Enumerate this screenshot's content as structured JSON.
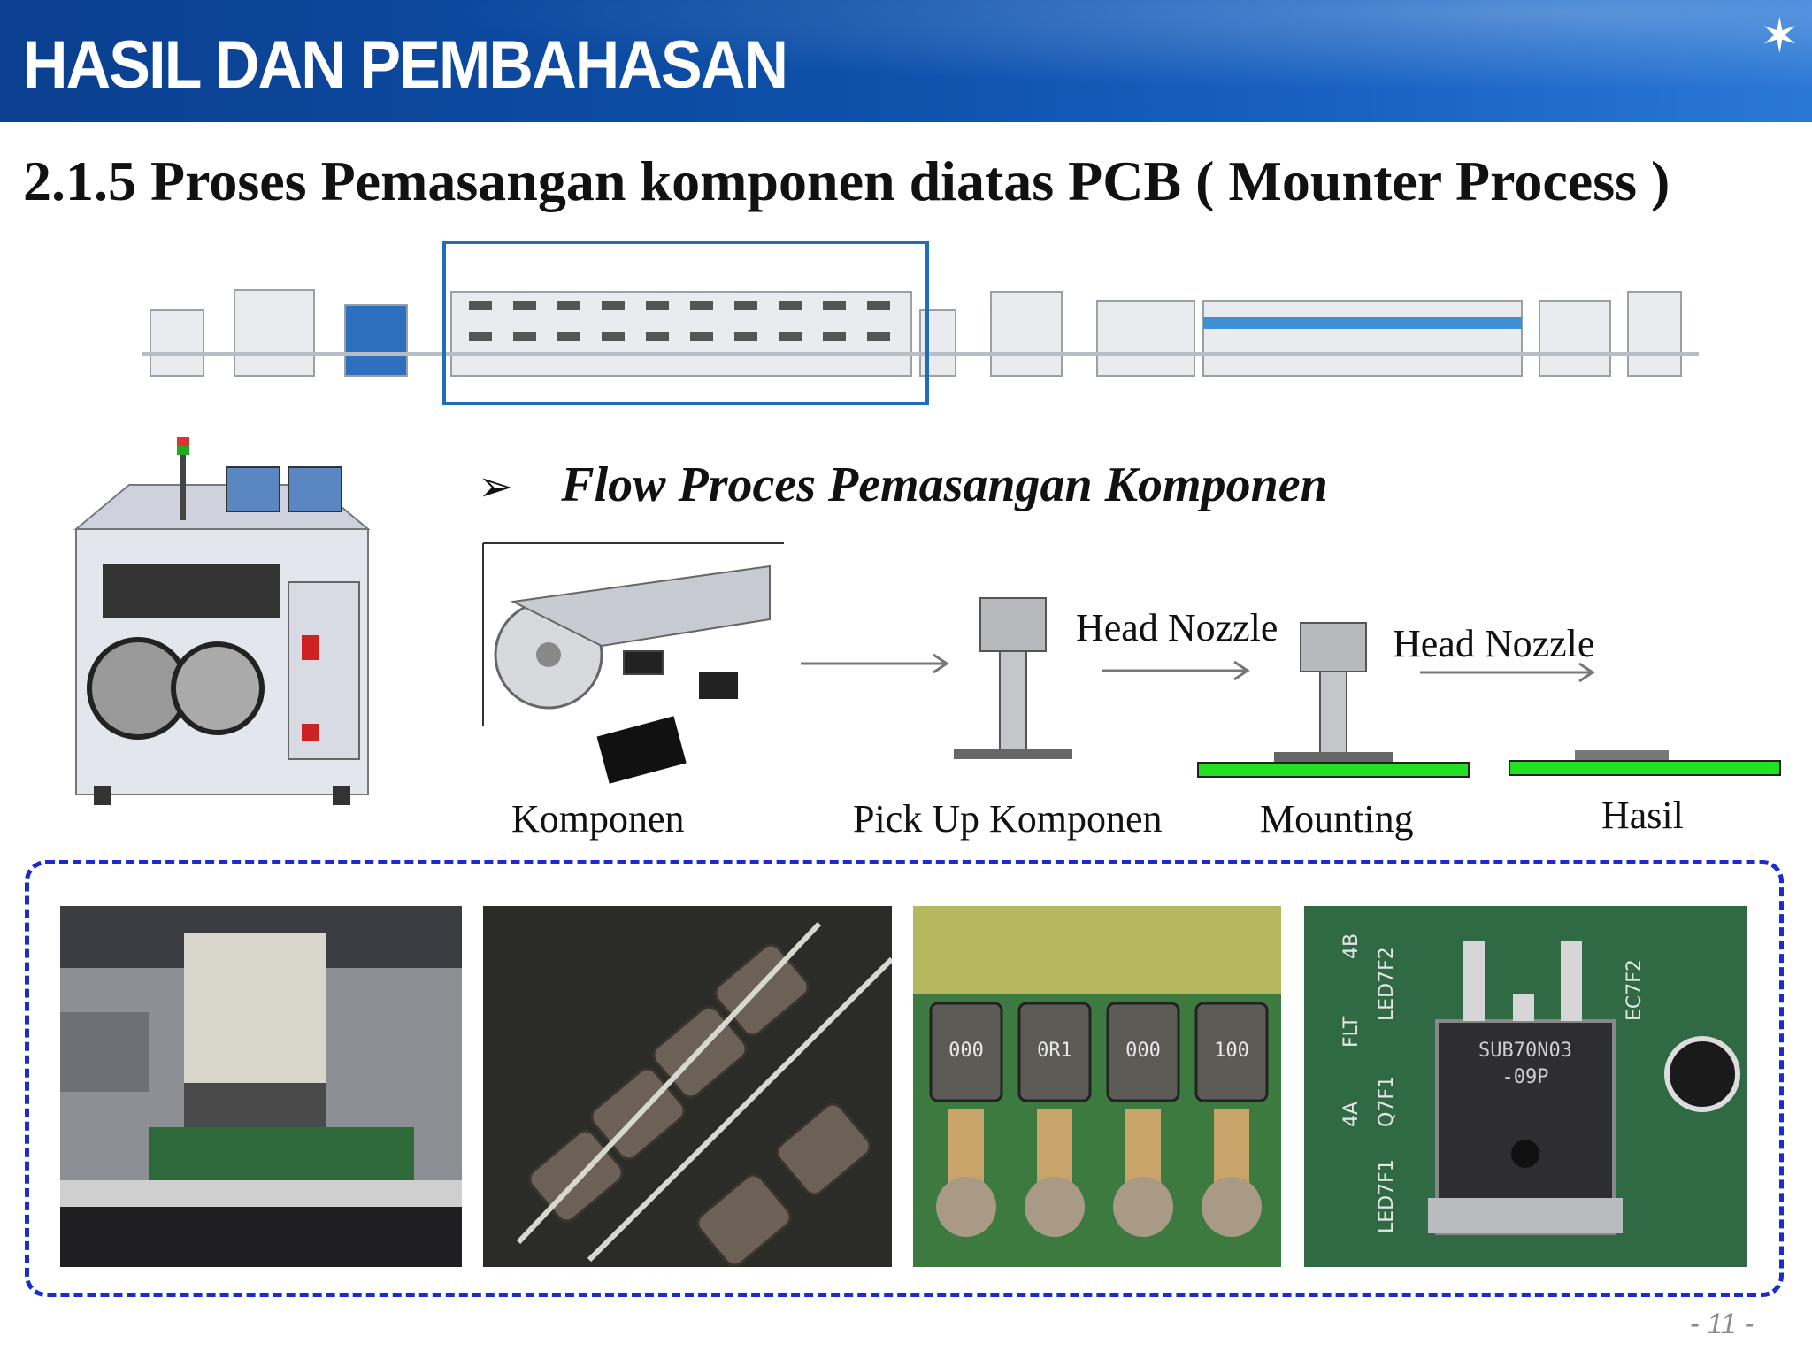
{
  "header": {
    "title": "HASIL DAN PEMBAHASAN",
    "star_glyph": "✶"
  },
  "section": {
    "title": "2.1.5  Proses Pemasangan komponen diatas PCB ( Mounter Process )"
  },
  "flow": {
    "bullet": "➢",
    "heading": "Flow Proces Pemasangan Komponen",
    "arrow_labels": [
      "Head Nozzle",
      "Head Nozzle"
    ],
    "steps": [
      "Komponen",
      "Pick Up Komponen",
      "Mounting",
      "Hasil"
    ],
    "accent_color": "#22e022"
  },
  "photos": {
    "ic_markings": [
      "SUB70N03",
      "-09P",
      "EC7F2",
      "FLT",
      "4A",
      "Q7F1",
      "LED7F1",
      "LED7F2",
      "4B"
    ],
    "resistor_codes": [
      "000",
      "0R1",
      "000",
      "100"
    ]
  },
  "footer": {
    "page_number": "-  11  -"
  }
}
